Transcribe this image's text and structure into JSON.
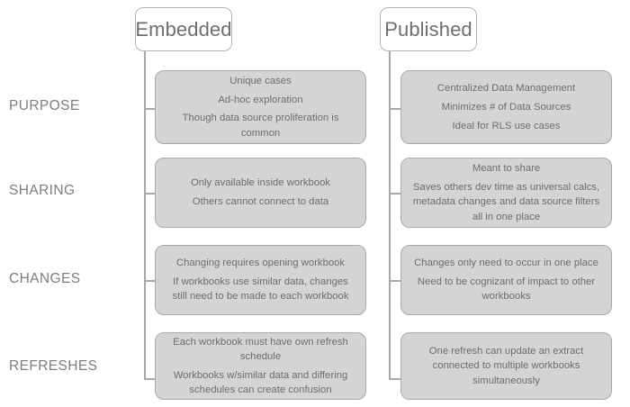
{
  "diagram": {
    "title_columns": [
      {
        "id": "embedded",
        "label": "Embedded"
      },
      {
        "id": "published",
        "label": "Published"
      }
    ],
    "row_labels": [
      {
        "id": "purpose",
        "label": "PURPOSE"
      },
      {
        "id": "sharing",
        "label": "SHARING"
      },
      {
        "id": "changes",
        "label": "CHANGES"
      },
      {
        "id": "refreshes",
        "label": "REFRESHES"
      }
    ],
    "colors": {
      "card_fill": "#d4d4d4",
      "card_border": "#a9a9a9",
      "line": "#a8a8a8",
      "text": "#6d6d6d",
      "header_border": "#b4b4b4",
      "background": "#ffffff"
    },
    "cards": {
      "embedded": [
        {
          "row": "purpose",
          "lines": [
            "Unique cases",
            "Ad-hoc exploration",
            "Though data source proliferation is common"
          ]
        },
        {
          "row": "sharing",
          "lines": [
            "Only available inside workbook",
            "Others cannot connect to data"
          ]
        },
        {
          "row": "changes",
          "lines": [
            "Changing requires opening workbook",
            "If workbooks use similar data, changes still need to be made to each workbook"
          ]
        },
        {
          "row": "refreshes",
          "lines": [
            "Each workbook  must have own refresh schedule",
            "Workbooks  w/similar data and differing schedules can create confusion"
          ]
        }
      ],
      "published": [
        {
          "row": "purpose",
          "lines": [
            "Centralized Data Management",
            "Minimizes # of Data Sources",
            "Ideal for RLS use cases"
          ]
        },
        {
          "row": "sharing",
          "lines": [
            "Meant to share",
            "Saves others dev time as universal calcs, metadata changes and data source filters all in one place"
          ]
        },
        {
          "row": "changes",
          "lines": [
            "Changes only need to occur in one place",
            "Need to be cognizant of impact to other workbooks"
          ]
        },
        {
          "row": "refreshes",
          "lines": [
            "One refresh can update an extract connected to multiple workbooks simultaneously"
          ]
        }
      ]
    }
  }
}
